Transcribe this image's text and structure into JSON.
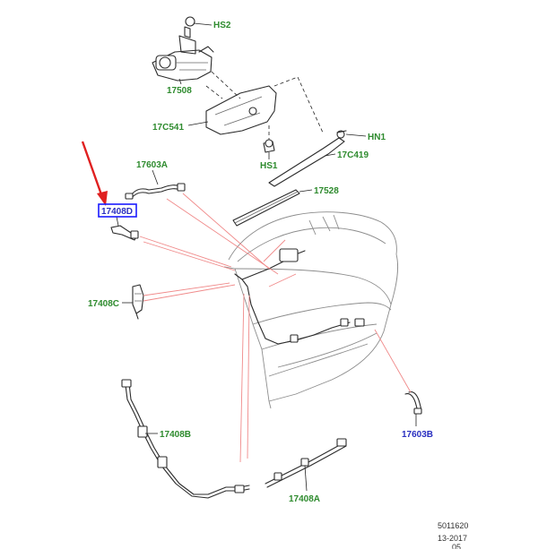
{
  "labels": {
    "hs2": "HS2",
    "p17508": "17508",
    "p17c541": "17C541",
    "hn1": "HN1",
    "hs1": "HS1",
    "p17c419": "17C419",
    "p17603a": "17603A",
    "p17528": "17528",
    "p17408d": "17408D",
    "p17408c": "17408C",
    "p17408b": "17408B",
    "p17603b": "17603B",
    "p17408a": "17408A"
  },
  "footer": {
    "ref": "5011620",
    "date": "13-2017",
    "extra": "05"
  },
  "colors": {
    "label_green": "#2e8b2e",
    "label_blue": "#2a2fc0",
    "highlight_box": "#1a1aff",
    "arrow_red": "#e02020",
    "callout_pink": "#f08a8a"
  }
}
